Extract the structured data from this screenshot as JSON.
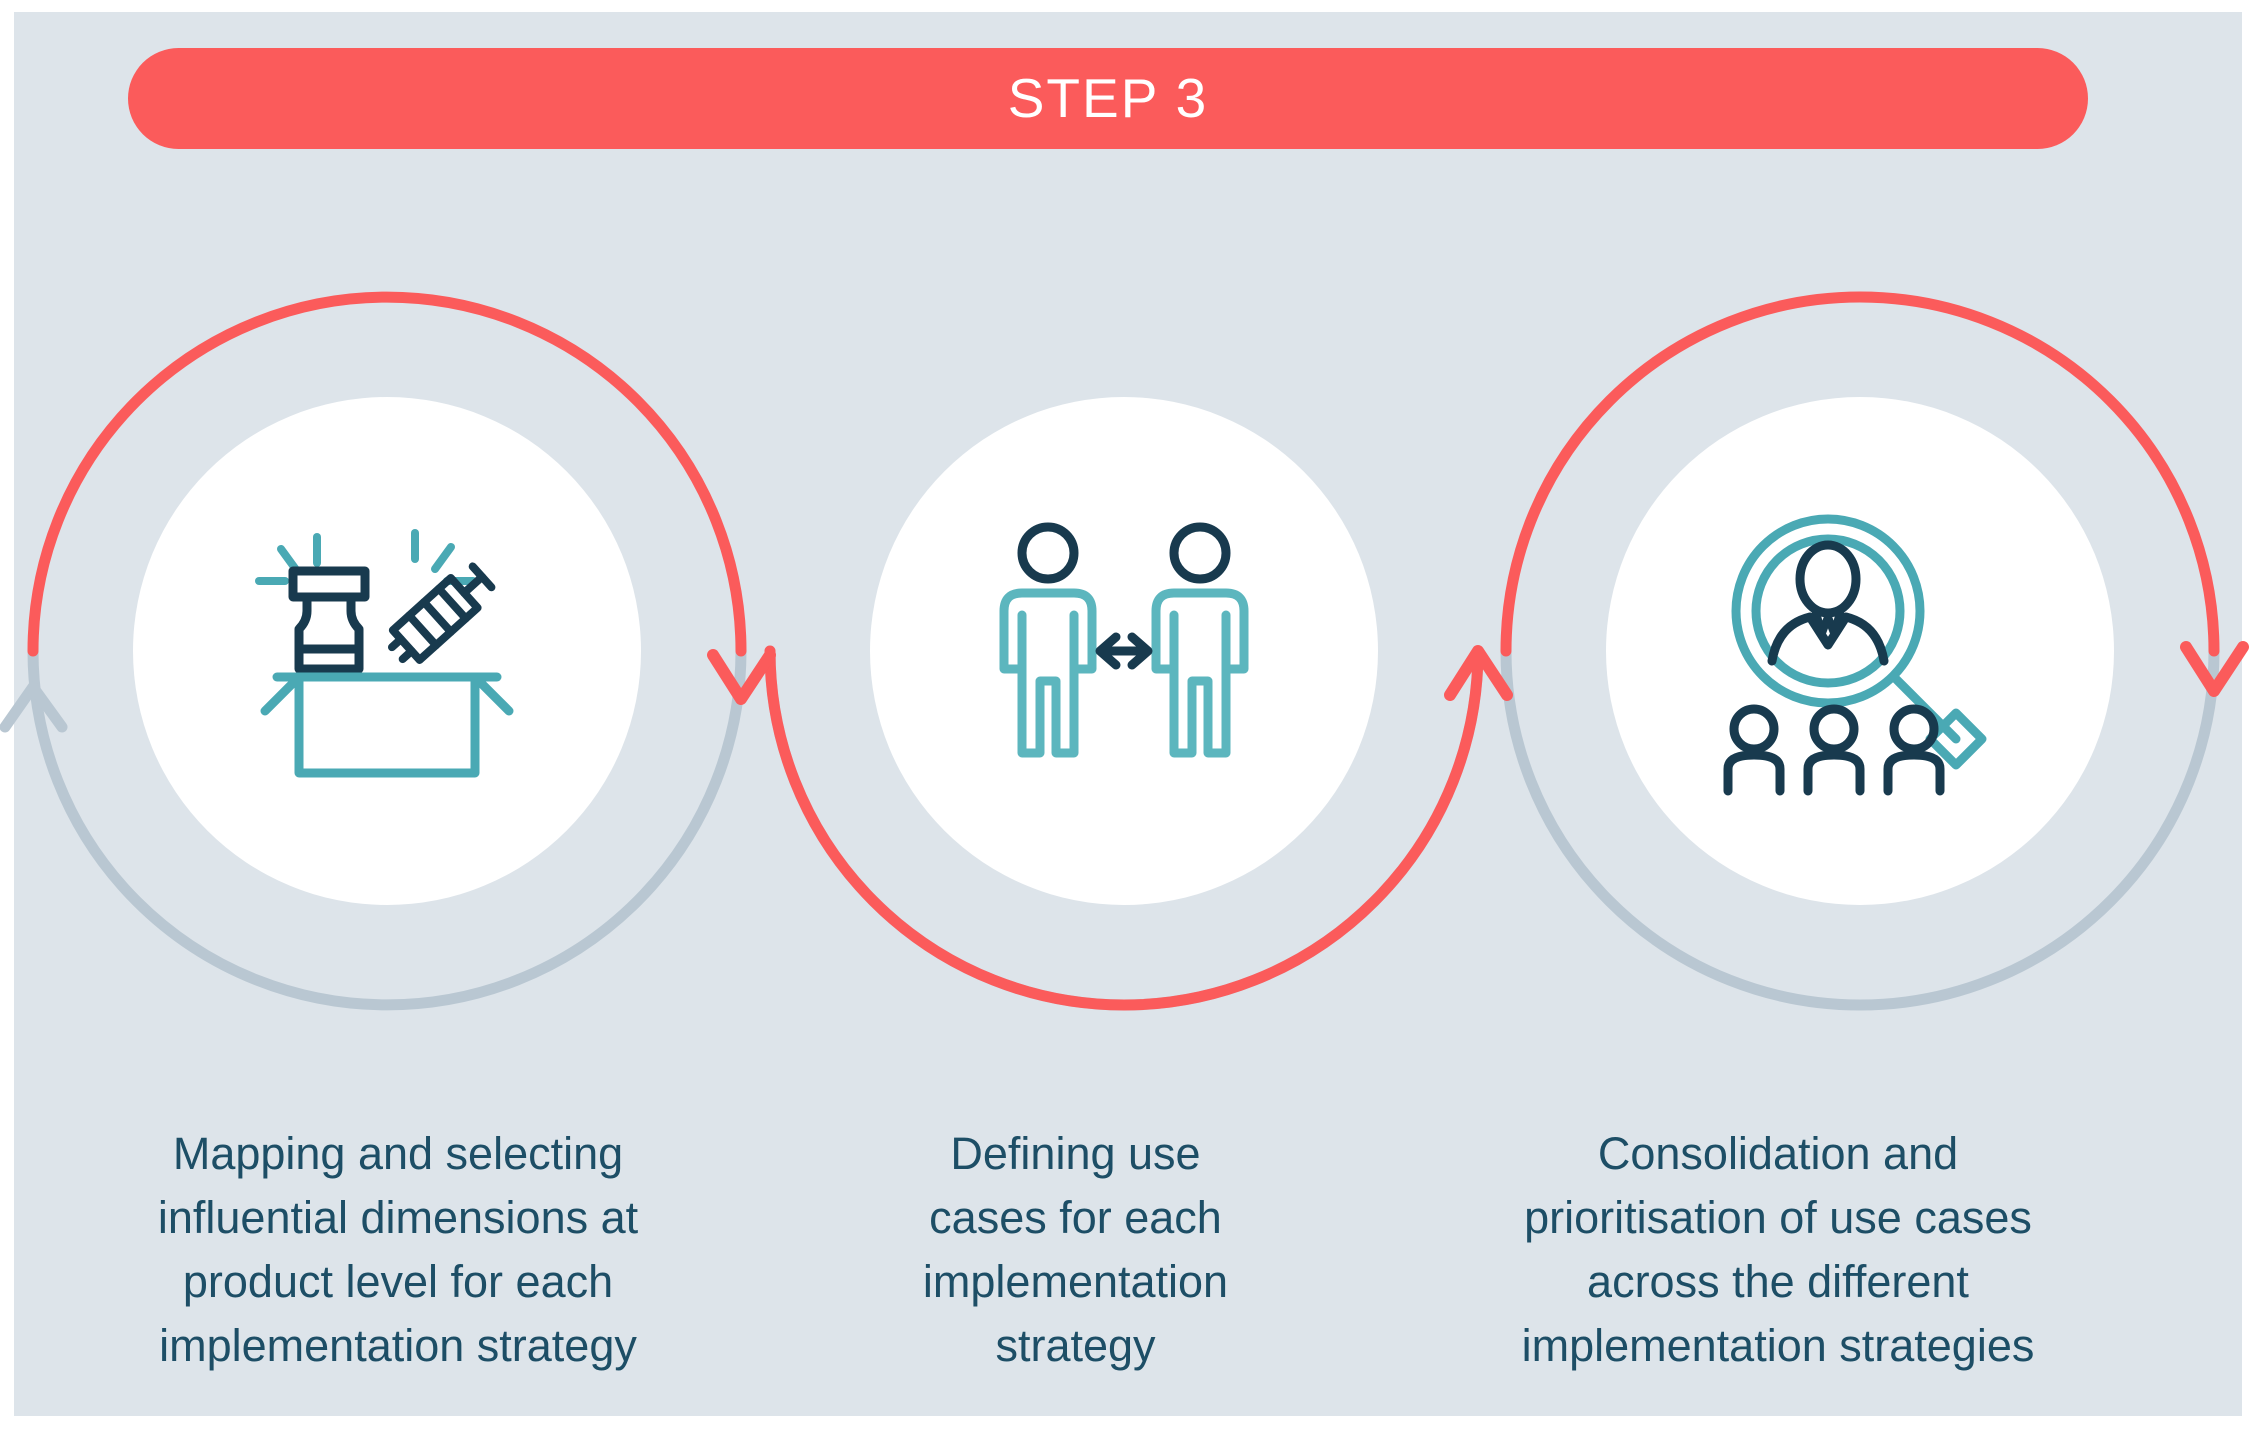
{
  "banner": {
    "label": "STEP 3",
    "color": "#fb5b5b",
    "text_color": "#ffffff"
  },
  "theme": {
    "background": "#dde4ea",
    "page_background": "#ffffff",
    "accent_red": "#fb5b5b",
    "arc_gray": "#b9c7d2",
    "node_fill": "#ffffff",
    "text_color": "#1d4e66",
    "icon_teal": "#4aa9b4",
    "icon_dark": "#183a4e"
  },
  "steps": [
    {
      "id": "step-1",
      "icon": "vaccine-vial-syringe-box-icon",
      "caption_lines": [
        "Mapping and selecting",
        "influential dimensions at",
        "product level for each",
        "implementation strategy"
      ]
    },
    {
      "id": "step-2",
      "icon": "two-people-distance-arrow-icon",
      "caption_lines": [
        "Defining use",
        "cases for each",
        "implementation",
        "strategy"
      ]
    },
    {
      "id": "step-3",
      "icon": "magnifier-person-group-icon",
      "caption_lines": [
        "Consolidation and",
        "prioritisation of use cases",
        "across the different",
        "implementation strategies"
      ]
    }
  ],
  "arrows": [
    {
      "id": "arrow-left-gray-up",
      "direction": "up",
      "color": "#b9c7d2"
    },
    {
      "id": "arrow-1-red-down",
      "direction": "down",
      "color": "#fb5b5b"
    },
    {
      "id": "arrow-2-red-up",
      "direction": "up",
      "color": "#fb5b5b"
    },
    {
      "id": "arrow-right-red-down",
      "direction": "down",
      "color": "#fb5b5b"
    }
  ]
}
